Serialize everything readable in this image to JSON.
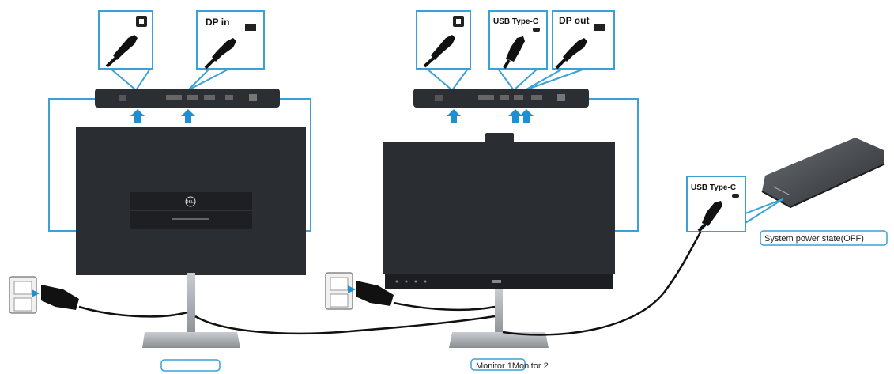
{
  "connectors": {
    "monitor1_dp_in": "DP in",
    "monitor2_usb_c": "USB Type-C",
    "monitor2_dp_out": "DP out",
    "laptop_usb_c": "USB Type-C"
  },
  "captions": {
    "system_power_state": "System power state(OFF)",
    "monitor1_caption": "",
    "monitor2_caption": "Monitor 1Monitor 2"
  },
  "brand_logo": "DELL",
  "colors": {
    "accent_blue": "#1e8fd0",
    "frame_blue": "#3aa0d6",
    "monitor_body": "#2a2d31",
    "stand_gray": "#9a9da2"
  }
}
